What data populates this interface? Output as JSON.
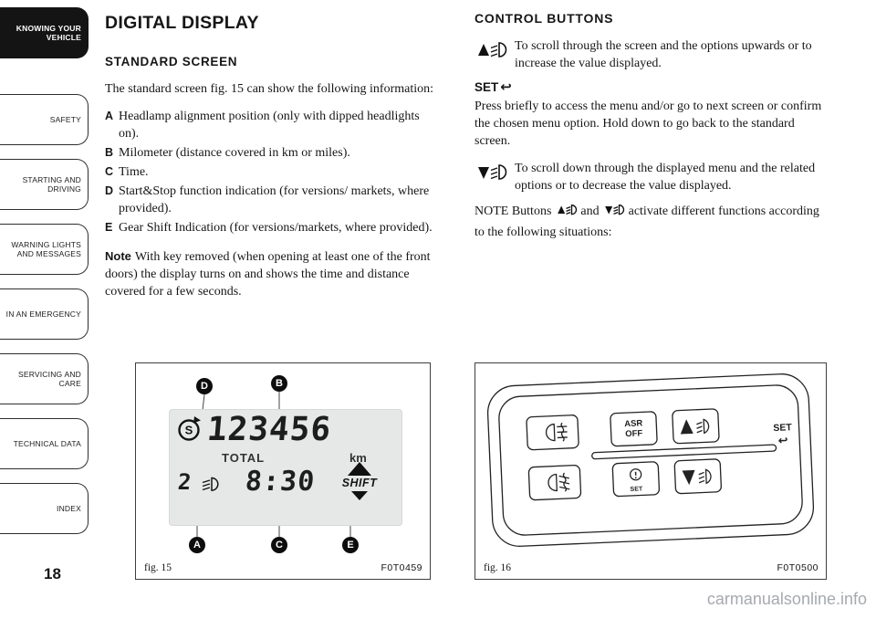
{
  "page": {
    "number": "18",
    "watermark": "carmanualsonline.info"
  },
  "colors": {
    "tab_active_bg": "#141414",
    "lcd_bg": "#e6e8e7",
    "callout_bg": "#0d0d0d"
  },
  "icons": {
    "return_arrow": "↩"
  },
  "sidebar": {
    "items": [
      {
        "line1": "KNOWING YOUR",
        "line2": "VEHICLE",
        "active": true
      },
      {
        "line1": "SAFETY",
        "line2": ""
      },
      {
        "line1": "STARTING AND",
        "line2": "DRIVING",
        "active": false
      },
      {
        "line1": "WARNING LIGHTS",
        "line2": "AND MESSAGES",
        "active": false
      },
      {
        "line1": "IN AN EMERGENCY",
        "line2": "",
        "active": false
      },
      {
        "line1": "SERVICING AND",
        "line2": "CARE",
        "active": false
      },
      {
        "line1": "TECHNICAL DATA",
        "line2": "",
        "active": false
      },
      {
        "line1": "INDEX",
        "line2": "",
        "active": false
      }
    ]
  },
  "left_column": {
    "title": "DIGITAL DISPLAY",
    "subtitle": "STANDARD SCREEN",
    "intro": "The standard screen fig. 15 can show the following information:",
    "items": [
      {
        "key": "A",
        "text": "Headlamp alignment position (only with dipped headlights on)."
      },
      {
        "key": "B",
        "text": "Milometer (distance covered in km or miles)."
      },
      {
        "key": "C",
        "text": "Time."
      },
      {
        "key": "D",
        "text": "Start&Stop function indication (for versions/ markets, where provided)."
      },
      {
        "key": "E",
        "text": "Gear Shift Indication (for versions/markets, where provided)."
      }
    ],
    "note_label": "Note",
    "note_text": "With key removed (when opening at least one of the front doors) the display turns on and shows the time and distance covered for a few seconds."
  },
  "right_column": {
    "title": "CONTROL BUTTONS",
    "up_text": "To scroll through the screen and the options upwards or to increase the value displayed.",
    "set_label": "SET",
    "set_text": "Press briefly to access the menu and/or go to next screen or confirm the chosen menu option. Hold down to go back to the standard screen.",
    "down_text": "To scroll down through the displayed menu and the related options or to decrease the value displayed.",
    "note_part1": "NOTE Buttons",
    "note_part2": "and",
    "note_part3": "activate different functions according to the following situations:"
  },
  "fig15": {
    "caption": "fig. 15",
    "code": "F0T0459",
    "display": {
      "odometer": "123456",
      "total_label": "TOTAL",
      "unit_label": "km",
      "headlamp_position": "2",
      "time": "8:30",
      "shift_label": "SHIFT",
      "start_stop_letter": "S"
    },
    "callouts": {
      "a": "A",
      "b": "B",
      "c": "C",
      "d": "D",
      "e": "E"
    }
  },
  "fig16": {
    "caption": "fig. 16",
    "code": "F0T0500",
    "buttons": {
      "asr_line1": "ASR",
      "asr_line2": "OFF",
      "inner_set": "SET",
      "side_set": "SET"
    }
  }
}
